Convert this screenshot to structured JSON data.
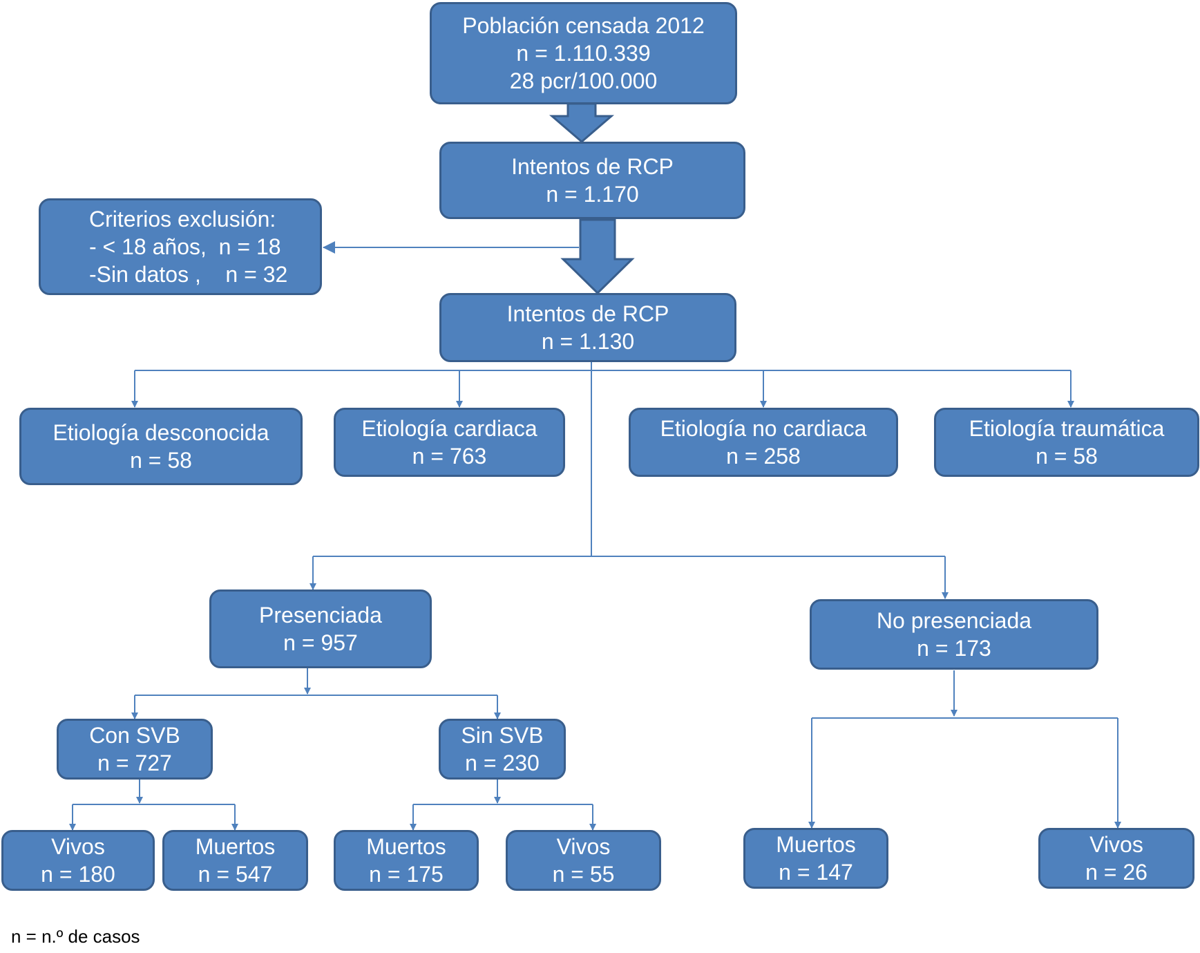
{
  "colors": {
    "box_fill": "#4f81bd",
    "box_border": "#395e8c",
    "connector": "#4f81bd",
    "text": "#ffffff"
  },
  "boxes": {
    "poblacion": {
      "line1": "Población censada 2012",
      "line2": "n = 1.110.339",
      "line3": "28 pcr/100.000"
    },
    "intentos1": {
      "line1": "Intentos de RCP",
      "line2": "n = 1.170"
    },
    "exclusion": {
      "line1": "Criterios exclusión:",
      "line2": "- < 18 años,  n = 18",
      "line3": "-Sin datos ,    n = 32"
    },
    "intentos2": {
      "line1": "Intentos de RCP",
      "line2": "n = 1.130"
    },
    "etio_desconocida": {
      "line1": "Etiología desconocida",
      "line2": "n = 58"
    },
    "etio_cardiaca": {
      "line1": "Etiología cardiaca",
      "line2": "n = 763"
    },
    "etio_no_cardiaca": {
      "line1": "Etiología no cardiaca",
      "line2": "n = 258"
    },
    "etio_traumatica": {
      "line1": "Etiología traumática",
      "line2": "n = 58"
    },
    "presenciada": {
      "line1": "Presenciada",
      "line2": "n = 957"
    },
    "no_presenciada": {
      "line1": "No presenciada",
      "line2": "n = 173"
    },
    "con_svb": {
      "line1": "Con SVB",
      "line2": "n = 727"
    },
    "sin_svb": {
      "line1": "Sin SVB",
      "line2": "n = 230"
    },
    "con_vivos": {
      "line1": "Vivos",
      "line2": "n = 180"
    },
    "con_muertos": {
      "line1": "Muertos",
      "line2": "n = 547"
    },
    "sin_muertos": {
      "line1": "Muertos",
      "line2": "n = 175"
    },
    "sin_vivos": {
      "line1": "Vivos",
      "line2": "n = 55"
    },
    "np_muertos": {
      "line1": "Muertos",
      "line2": "n = 147"
    },
    "np_vivos": {
      "line1": "Vivos",
      "line2": "n = 26"
    }
  },
  "footnote": "n = n.º de casos"
}
